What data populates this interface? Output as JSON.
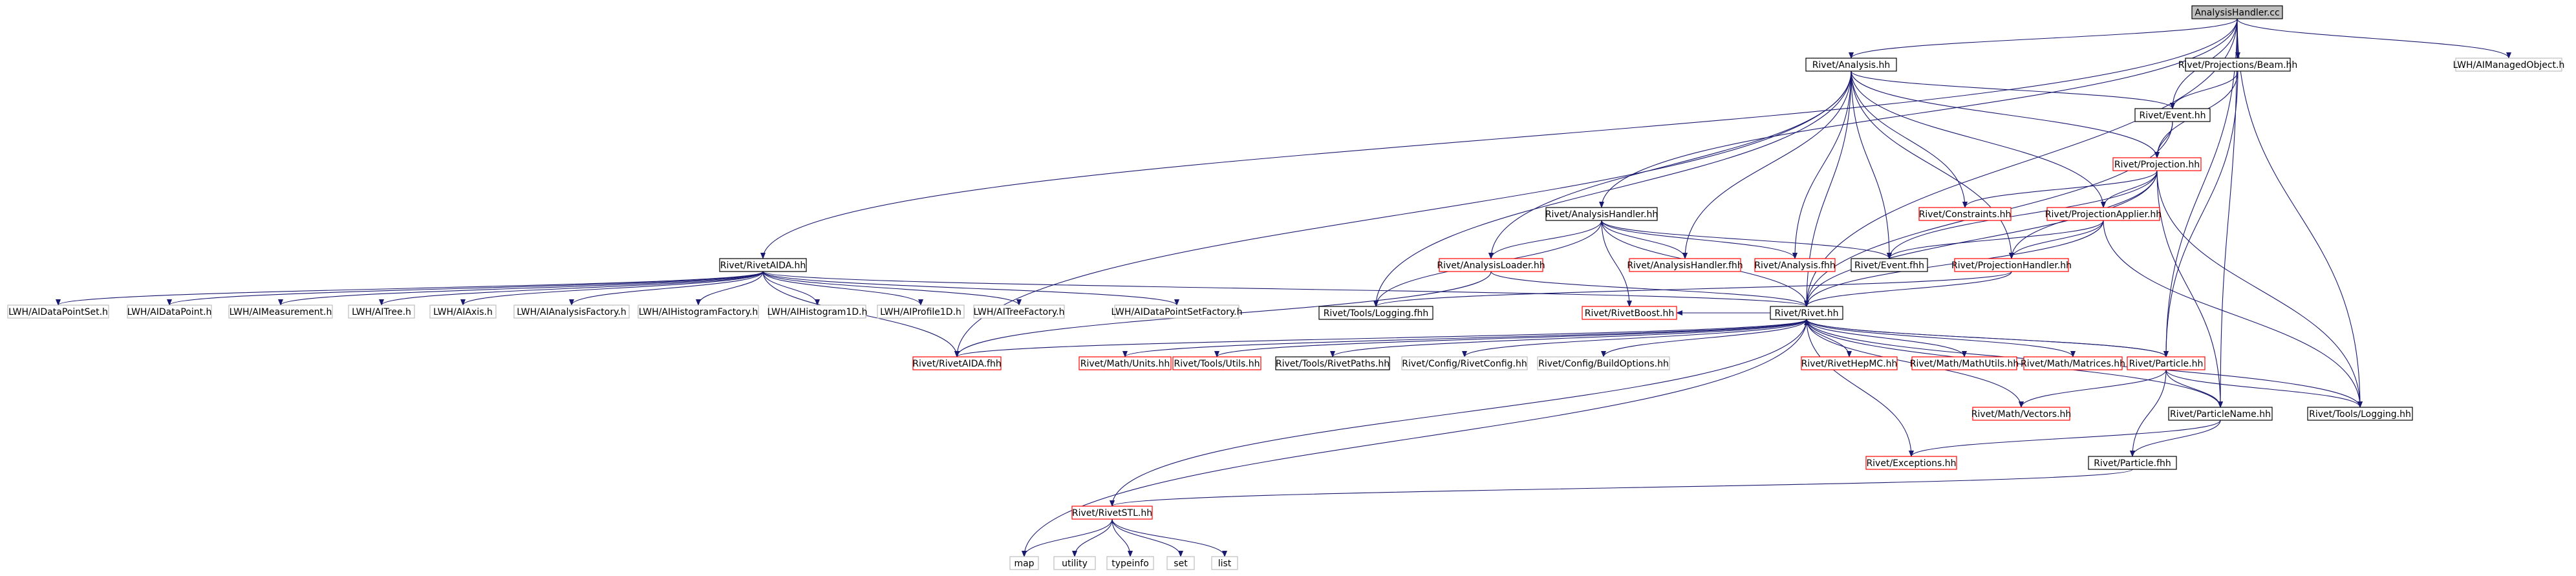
{
  "graph": {
    "colors": {
      "edge": "#191970",
      "border_black": "#000000",
      "border_red": "#ff0000",
      "border_gray": "#bfbfbf",
      "root_fill": "#bfbfbf",
      "node_fill": "#ffffff"
    },
    "nodes": [
      {
        "id": "root",
        "label": "AnalysisHandler.cc",
        "style": "root"
      },
      {
        "id": "analysis_hh",
        "label": "Rivet/Analysis.hh",
        "style": "black"
      },
      {
        "id": "beam_hh",
        "label": "Rivet/Projections/Beam.hh",
        "style": "black"
      },
      {
        "id": "managed",
        "label": "LWH/AIManagedObject.h",
        "style": "gray"
      },
      {
        "id": "event_hh",
        "label": "Rivet/Event.hh",
        "style": "black"
      },
      {
        "id": "projection_hh",
        "label": "Rivet/Projection.hh",
        "style": "red"
      },
      {
        "id": "constraints",
        "label": "Rivet/Constraints.hh",
        "style": "red"
      },
      {
        "id": "projapplier",
        "label": "Rivet/ProjectionApplier.hh",
        "style": "red"
      },
      {
        "id": "ahandler_hh",
        "label": "Rivet/AnalysisHandler.hh",
        "style": "black"
      },
      {
        "id": "rivetaida_hh",
        "label": "Rivet/RivetAIDA.hh",
        "style": "black"
      },
      {
        "id": "aloader",
        "label": "Rivet/AnalysisLoader.hh",
        "style": "red"
      },
      {
        "id": "ahandler_fhh",
        "label": "Rivet/AnalysisHandler.fhh",
        "style": "red"
      },
      {
        "id": "analysis_fhh",
        "label": "Rivet/Analysis.fhh",
        "style": "red"
      },
      {
        "id": "event_fhh",
        "label": "Rivet/Event.fhh",
        "style": "black"
      },
      {
        "id": "projhandler",
        "label": "Rivet/ProjectionHandler.hh",
        "style": "red"
      },
      {
        "id": "aidp_set",
        "label": "LWH/AIDataPointSet.h",
        "style": "gray"
      },
      {
        "id": "aidp",
        "label": "LWH/AIDataPoint.h",
        "style": "gray"
      },
      {
        "id": "aimeas",
        "label": "LWH/AIMeasurement.h",
        "style": "gray"
      },
      {
        "id": "aitree",
        "label": "LWH/AITree.h",
        "style": "gray"
      },
      {
        "id": "aiaxis",
        "label": "LWH/AIAxis.h",
        "style": "gray"
      },
      {
        "id": "aianf",
        "label": "LWH/AIAnalysisFactory.h",
        "style": "gray"
      },
      {
        "id": "aihf",
        "label": "LWH/AIHistogramFactory.h",
        "style": "gray"
      },
      {
        "id": "aih1",
        "label": "LWH/AIHistogram1D.h",
        "style": "gray"
      },
      {
        "id": "aip1",
        "label": "LWH/AIProfile1D.h",
        "style": "gray"
      },
      {
        "id": "aitf",
        "label": "LWH/AITreeFactory.h",
        "style": "gray"
      },
      {
        "id": "aidpsf",
        "label": "LWH/AIDataPointSetFactory.h",
        "style": "gray"
      },
      {
        "id": "logging_fhh",
        "label": "Rivet/Tools/Logging.fhh",
        "style": "black"
      },
      {
        "id": "rivetboost",
        "label": "Rivet/RivetBoost.hh",
        "style": "red"
      },
      {
        "id": "rivet_hh",
        "label": "Rivet/Rivet.hh",
        "style": "black"
      },
      {
        "id": "rivetaida_fhh",
        "label": "Rivet/RivetAIDA.fhh",
        "style": "red"
      },
      {
        "id": "units",
        "label": "Rivet/Math/Units.hh",
        "style": "red"
      },
      {
        "id": "utils",
        "label": "Rivet/Tools/Utils.hh",
        "style": "red"
      },
      {
        "id": "rivetpaths",
        "label": "Rivet/Tools/RivetPaths.hh",
        "style": "black"
      },
      {
        "id": "rivetconfig",
        "label": "Rivet/Config/RivetConfig.hh",
        "style": "gray"
      },
      {
        "id": "buildopts",
        "label": "Rivet/Config/BuildOptions.hh",
        "style": "gray"
      },
      {
        "id": "rivethepmc",
        "label": "Rivet/RivetHepMC.hh",
        "style": "red"
      },
      {
        "id": "mathutils",
        "label": "Rivet/Math/MathUtils.hh",
        "style": "red"
      },
      {
        "id": "matrices",
        "label": "Rivet/Math/Matrices.hh",
        "style": "red"
      },
      {
        "id": "particle_hh",
        "label": "Rivet/Particle.hh",
        "style": "red"
      },
      {
        "id": "vectors",
        "label": "Rivet/Math/Vectors.hh",
        "style": "red"
      },
      {
        "id": "particlename",
        "label": "Rivet/ParticleName.hh",
        "style": "black"
      },
      {
        "id": "logging_hh",
        "label": "Rivet/Tools/Logging.hh",
        "style": "black"
      },
      {
        "id": "exceptions",
        "label": "Rivet/Exceptions.hh",
        "style": "red"
      },
      {
        "id": "particle_fhh",
        "label": "Rivet/Particle.fhh",
        "style": "black"
      },
      {
        "id": "rivetstl",
        "label": "Rivet/RivetSTL.hh",
        "style": "red"
      },
      {
        "id": "map",
        "label": "map",
        "style": "gray"
      },
      {
        "id": "utility",
        "label": "utility",
        "style": "gray"
      },
      {
        "id": "typeinfo",
        "label": "typeinfo",
        "style": "gray"
      },
      {
        "id": "set",
        "label": "set",
        "style": "gray"
      },
      {
        "id": "list",
        "label": "list",
        "style": "gray"
      }
    ],
    "edges": [
      [
        "root",
        "beam_hh"
      ],
      [
        "root",
        "analysis_hh"
      ],
      [
        "root",
        "managed"
      ],
      [
        "root",
        "event_hh"
      ],
      [
        "root",
        "ahandler_hh"
      ],
      [
        "root",
        "rivetaida_hh"
      ],
      [
        "root",
        "rivet_hh"
      ],
      [
        "root",
        "particlename"
      ],
      [
        "root",
        "logging_hh"
      ],
      [
        "root",
        "particle_hh"
      ],
      [
        "analysis_hh",
        "event_hh"
      ],
      [
        "analysis_hh",
        "projection_hh"
      ],
      [
        "analysis_hh",
        "constraints"
      ],
      [
        "analysis_hh",
        "projapplier"
      ],
      [
        "analysis_hh",
        "ahandler_fhh"
      ],
      [
        "analysis_hh",
        "analysis_fhh"
      ],
      [
        "analysis_hh",
        "event_fhh"
      ],
      [
        "analysis_hh",
        "projhandler"
      ],
      [
        "analysis_hh",
        "logging_fhh"
      ],
      [
        "analysis_hh",
        "rivet_hh"
      ],
      [
        "analysis_hh",
        "rivetaida_fhh"
      ],
      [
        "analysis_hh",
        "aloader"
      ],
      [
        "beam_hh",
        "event_hh"
      ],
      [
        "beam_hh",
        "projection_hh"
      ],
      [
        "beam_hh",
        "particle_hh"
      ],
      [
        "event_hh",
        "projection_hh"
      ],
      [
        "event_hh",
        "rivet_hh"
      ],
      [
        "projection_hh",
        "constraints"
      ],
      [
        "projection_hh",
        "projapplier"
      ],
      [
        "projection_hh",
        "event_fhh"
      ],
      [
        "projection_hh",
        "projhandler"
      ],
      [
        "projection_hh",
        "rivet_hh"
      ],
      [
        "projection_hh",
        "particlename"
      ],
      [
        "projection_hh",
        "logging_hh"
      ],
      [
        "projapplier",
        "event_fhh"
      ],
      [
        "projapplier",
        "projhandler"
      ],
      [
        "projapplier",
        "rivet_hh"
      ],
      [
        "projapplier",
        "logging_hh"
      ],
      [
        "projhandler",
        "rivet_hh"
      ],
      [
        "projhandler",
        "logging_fhh"
      ],
      [
        "ahandler_hh",
        "aloader"
      ],
      [
        "ahandler_hh",
        "ahandler_fhh"
      ],
      [
        "ahandler_hh",
        "analysis_fhh"
      ],
      [
        "ahandler_hh",
        "event_fhh"
      ],
      [
        "ahandler_hh",
        "rivet_hh"
      ],
      [
        "ahandler_hh",
        "rivetboost"
      ],
      [
        "ahandler_hh",
        "logging_fhh"
      ],
      [
        "aloader",
        "rivet_hh"
      ],
      [
        "aloader",
        "rivetaida_fhh"
      ],
      [
        "rivetaida_hh",
        "aidp_set"
      ],
      [
        "rivetaida_hh",
        "aidp"
      ],
      [
        "rivetaida_hh",
        "aimeas"
      ],
      [
        "rivetaida_hh",
        "aitree"
      ],
      [
        "rivetaida_hh",
        "aiaxis"
      ],
      [
        "rivetaida_hh",
        "aianf"
      ],
      [
        "rivetaida_hh",
        "aihf"
      ],
      [
        "rivetaida_hh",
        "aih1"
      ],
      [
        "rivetaida_hh",
        "aip1"
      ],
      [
        "rivetaida_hh",
        "aitf"
      ],
      [
        "rivetaida_hh",
        "aidpsf"
      ],
      [
        "rivetaida_hh",
        "rivet_hh"
      ],
      [
        "rivetaida_hh",
        "rivetaida_fhh"
      ],
      [
        "rivet_hh",
        "rivetaida_fhh"
      ],
      [
        "rivet_hh",
        "units"
      ],
      [
        "rivet_hh",
        "utils"
      ],
      [
        "rivet_hh",
        "rivetpaths"
      ],
      [
        "rivet_hh",
        "rivetconfig"
      ],
      [
        "rivet_hh",
        "buildopts"
      ],
      [
        "rivet_hh",
        "rivethepmc"
      ],
      [
        "rivet_hh",
        "mathutils"
      ],
      [
        "rivet_hh",
        "matrices"
      ],
      [
        "rivet_hh",
        "particle_hh"
      ],
      [
        "rivet_hh",
        "vectors"
      ],
      [
        "rivet_hh",
        "particlename"
      ],
      [
        "rivet_hh",
        "logging_hh"
      ],
      [
        "rivet_hh",
        "exceptions"
      ],
      [
        "rivet_hh",
        "rivetstl"
      ],
      [
        "rivet_hh",
        "map"
      ],
      [
        "rivet_hh",
        "rivetboost"
      ],
      [
        "particle_hh",
        "rivet_hh"
      ],
      [
        "particle_hh",
        "vectors"
      ],
      [
        "particle_hh",
        "particlename"
      ],
      [
        "particle_hh",
        "particle_fhh"
      ],
      [
        "particle_hh",
        "logging_hh"
      ],
      [
        "particlename",
        "exceptions"
      ],
      [
        "particlename",
        "particle_fhh"
      ],
      [
        "particle_fhh",
        "rivetstl"
      ],
      [
        "rivetstl",
        "map"
      ],
      [
        "rivetstl",
        "utility"
      ],
      [
        "rivetstl",
        "typeinfo"
      ],
      [
        "rivetstl",
        "set"
      ],
      [
        "rivetstl",
        "list"
      ]
    ]
  }
}
